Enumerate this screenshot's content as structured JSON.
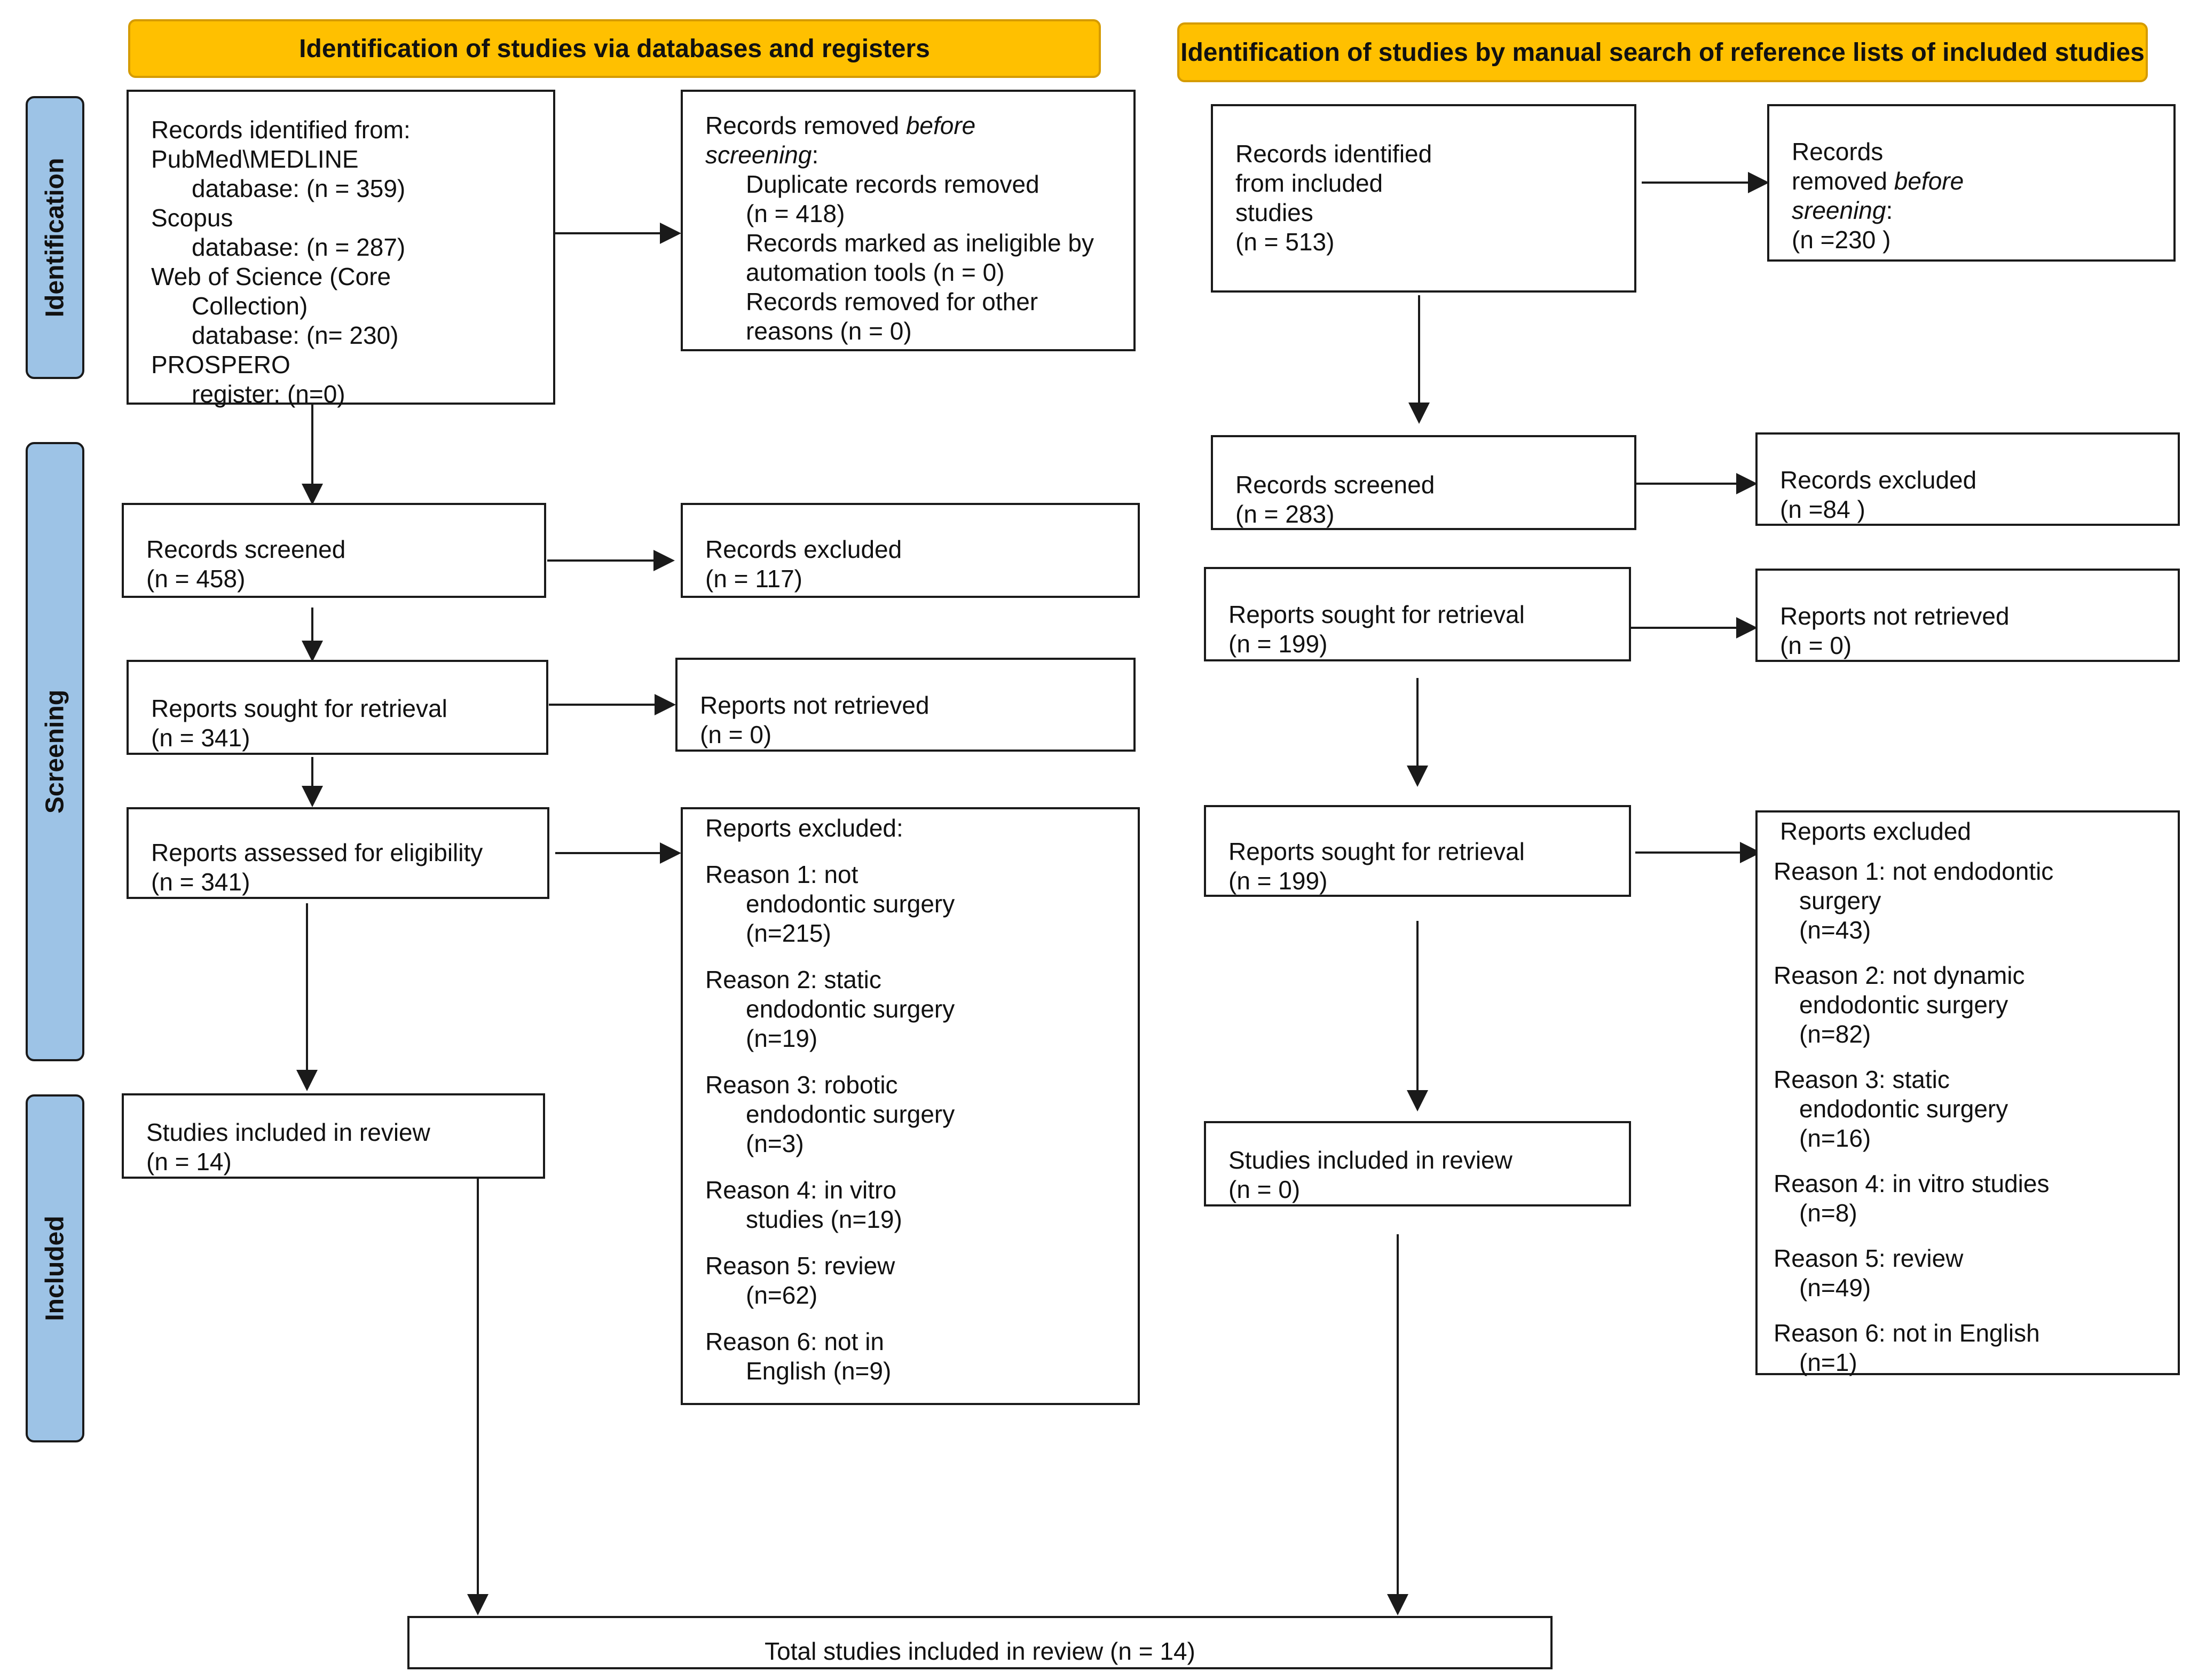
{
  "headers": {
    "left": "Identification of studies via databases and registers",
    "right": "Identification of studies by manual search of reference lists of included studies"
  },
  "phases": {
    "identification": "Identification",
    "screening": "Screening",
    "included": "Included"
  },
  "left": {
    "identified": {
      "title": "Records identified from:",
      "pubmed_name": "PubMed\\MEDLINE",
      "pubmed_count": "database: (n = 359)",
      "scopus_name": "Scopus",
      "scopus_count": "database: (n = 287)",
      "wos_name": "Web of Science (Core",
      "wos_name2": "Collection)",
      "wos_count": "database: (n= 230)",
      "prospero_name": "PROSPERO",
      "prospero_count": "register: (n=0)"
    },
    "removed": {
      "title_start": "Records removed ",
      "title_em": "before",
      "title_em2": "screening",
      "title_end": ":",
      "duplicates": "Duplicate records removed",
      "duplicates_n": "(n = 418)",
      "automation": "Records marked as ineligible by",
      "automation2": "automation tools (n = 0)",
      "other": "Records removed for other",
      "other2": "reasons (n = 0)"
    },
    "screened": {
      "label": "Records screened",
      "n": "(n = 458)"
    },
    "excluded": {
      "label": "Records excluded",
      "n": "(n = 117)"
    },
    "sought": {
      "label": "Reports sought for retrieval",
      "n": "(n = 341)"
    },
    "not_retrieved": {
      "label": "Reports not retrieved",
      "n": "(n = 0)"
    },
    "assessed": {
      "label": "Reports assessed for eligibility",
      "n": "(n = 341)"
    },
    "reports_excluded": {
      "title": "Reports excluded:",
      "r1a": "Reason 1: not",
      "r1b": "endodontic surgery",
      "r1c": "(n=215)",
      "r2a": "Reason 2: static",
      "r2b": "endodontic surgery",
      "r2c": "(n=19)",
      "r3a": "Reason 3: robotic",
      "r3b": "endodontic surgery",
      "r3c": "(n=3)",
      "r4a": "Reason 4: in vitro",
      "r4b": "studies (n=19)",
      "r5a": "Reason 5: review",
      "r5b": "(n=62)",
      "r6a": "Reason 6: not in",
      "r6b": "English (n=9)"
    },
    "included": {
      "label": "Studies included in review",
      "n": "(n = 14)"
    }
  },
  "right": {
    "identified": {
      "l1": "Records identified",
      "l2": "from included",
      "l3": "studies",
      "n": "(n = 513)"
    },
    "removed": {
      "l1": "Records",
      "l2_start": "removed ",
      "l2_em": "before",
      "l3_em": "sreening",
      "l3_end": ":",
      "n": "(n =230 )"
    },
    "screened": {
      "label": "Records screened",
      "n": "(n = 283)"
    },
    "excluded": {
      "label": "Records excluded",
      "n": "(n =84 )"
    },
    "sought": {
      "label": "Reports sought for retrieval",
      "n": "(n = 199)"
    },
    "not_retrieved": {
      "label": "Reports not retrieved",
      "n": "(n = 0)"
    },
    "sought2": {
      "label": "Reports sought for retrieval",
      "n": "(n = 199)"
    },
    "reports_excluded": {
      "title": "Reports excluded",
      "r1a": "Reason 1: not endodontic",
      "r1b": "surgery",
      "r1c": "(n=43)",
      "r2a": "Reason 2: not dynamic",
      "r2b": "endodontic surgery",
      "r2c": "(n=82)",
      "r3a": "Reason 3: static",
      "r3b": "endodontic surgery",
      "r3c": "(n=16)",
      "r4a": "Reason 4: in vitro studies",
      "r4b": "(n=8)",
      "r5a": "Reason 5: review",
      "r5b": "(n=49)",
      "r6a": "Reason 6: not in English",
      "r6b": "(n=1)"
    },
    "included": {
      "label": "Studies included in review",
      "n": "(n = 0)"
    }
  },
  "total": {
    "label": "Total studies included in review (n = 14)"
  },
  "colors": {
    "header_fill": "#ffc000",
    "phase_fill": "#9dc3e6",
    "line": "#1a1a1a"
  }
}
